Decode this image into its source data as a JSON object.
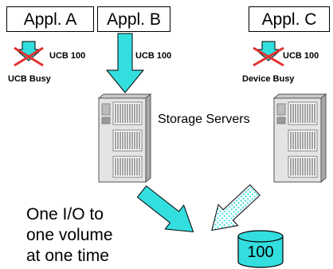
{
  "applications": [
    {
      "label": "Appl. A"
    },
    {
      "label": "Appl. B"
    },
    {
      "label": "Appl. C"
    }
  ],
  "ucb_labels": {
    "a": "UCB 100",
    "b": "UCB 100",
    "c": "UCB 100"
  },
  "status_labels": {
    "a": "UCB Busy",
    "c": "Device Busy"
  },
  "storage_label": "Storage Servers",
  "note_lines": [
    "One I/O to",
    "one volume",
    "at one time"
  ],
  "volume_label": "100",
  "colors": {
    "arrow_fill": "#33dede",
    "arrow_pale": "#c8f4f4",
    "cross": "#e23030",
    "cylinder": "#33dede",
    "server_body": "#e4e4e4"
  }
}
